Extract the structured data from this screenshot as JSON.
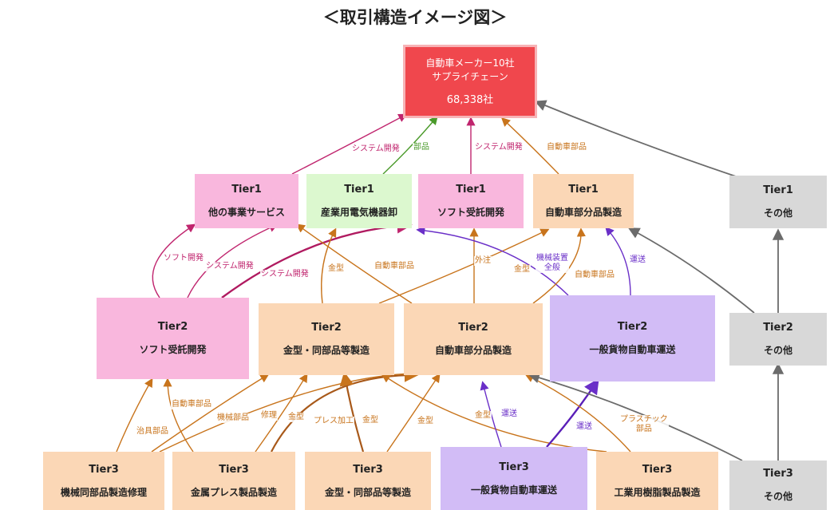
{
  "title": "＜取引構造イメージ図＞",
  "root": {
    "line1": "自動車メーカー10社",
    "line2": "サプライチェーン",
    "count": "68,338社"
  },
  "tier1": [
    {
      "tier": "Tier1",
      "name": "他の事業サービス"
    },
    {
      "tier": "Tier1",
      "name": "産業用電気機器卸"
    },
    {
      "tier": "Tier1",
      "name": "ソフト受託開発"
    },
    {
      "tier": "Tier1",
      "name": "自動車部分品製造"
    },
    {
      "tier": "Tier1",
      "name": "その他"
    }
  ],
  "tier2": [
    {
      "tier": "Tier2",
      "name": "ソフト受託開発"
    },
    {
      "tier": "Tier2",
      "name": "金型・同部品等製造"
    },
    {
      "tier": "Tier2",
      "name": "自動車部分品製造"
    },
    {
      "tier": "Tier2",
      "name": "一般貨物自動車運送"
    },
    {
      "tier": "Tier2",
      "name": "その他"
    }
  ],
  "tier3": [
    {
      "tier": "Tier3",
      "name": "機械同部品製造修理"
    },
    {
      "tier": "Tier3",
      "name": "金属プレス製品製造"
    },
    {
      "tier": "Tier3",
      "name": "金型・同部品等製造"
    },
    {
      "tier": "Tier3",
      "name": "一般貨物自動車運送"
    },
    {
      "tier": "Tier3",
      "name": "工業用樹脂製品製造"
    },
    {
      "tier": "Tier3",
      "name": "その他"
    }
  ],
  "edge_labels": {
    "e1": "システム開発",
    "e2": "部品",
    "e3": "システム開発",
    "e4": "自動車部品",
    "e5": "ソフト開発",
    "e6": "システム開発",
    "e7": "システム開発",
    "e8": "金型",
    "e9": "自動車部品",
    "e10": "外注",
    "e11": "金型",
    "e12": "機械装置\n全般",
    "e13": "自動車部品",
    "e14": "運送",
    "e15": "治具部品",
    "e16": "自動車部品",
    "e17": "機械部品",
    "e18": "修理",
    "e19": "金型",
    "e20": "プレス加工",
    "e21": "金型",
    "e22": "金型",
    "e23": "金型",
    "e24": "運送",
    "e25": "運送",
    "e26": "プラスチック\n部品"
  },
  "colors": {
    "system": "#c0256e",
    "parts_green": "#4a9a2a",
    "auto_parts": "#c8741c",
    "transport": "#6a2fc8",
    "other": "#6b6b6b"
  }
}
